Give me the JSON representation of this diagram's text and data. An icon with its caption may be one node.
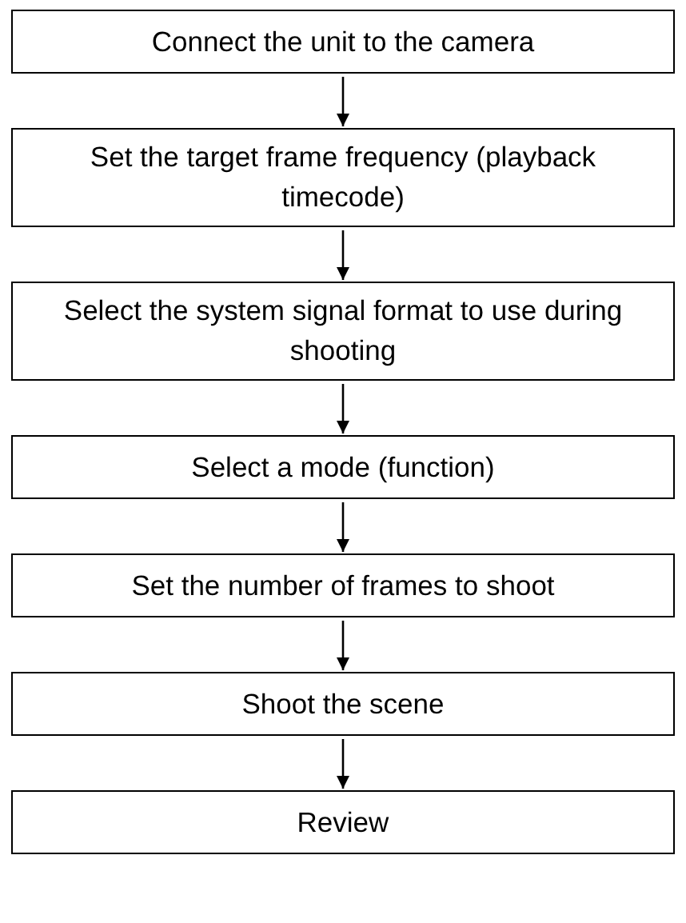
{
  "diagram": {
    "nodes": [
      {
        "text": [
          "Connect the unit to the camera"
        ]
      },
      {
        "text": [
          "Set the target frame frequency (playback timecode)"
        ]
      },
      {
        "text": [
          "Select the system signal format to use during shooting"
        ]
      },
      {
        "text": [
          "Select a mode (function)"
        ]
      },
      {
        "text": [
          "Set the number of frames to shoot"
        ]
      },
      {
        "text": [
          "Shoot the scene"
        ]
      },
      {
        "text": [
          "Review"
        ]
      }
    ],
    "edges": [
      {
        "from": 0,
        "to": 1,
        "arrow": "to"
      },
      {
        "from": 1,
        "to": 2,
        "arrow": "to"
      },
      {
        "from": 2,
        "to": 3,
        "arrow": "to"
      },
      {
        "from": 3,
        "to": 4,
        "arrow": "to"
      },
      {
        "from": 4,
        "to": 5,
        "arrow": "to"
      },
      {
        "from": 5,
        "to": 6,
        "arrow": "to"
      }
    ]
  }
}
